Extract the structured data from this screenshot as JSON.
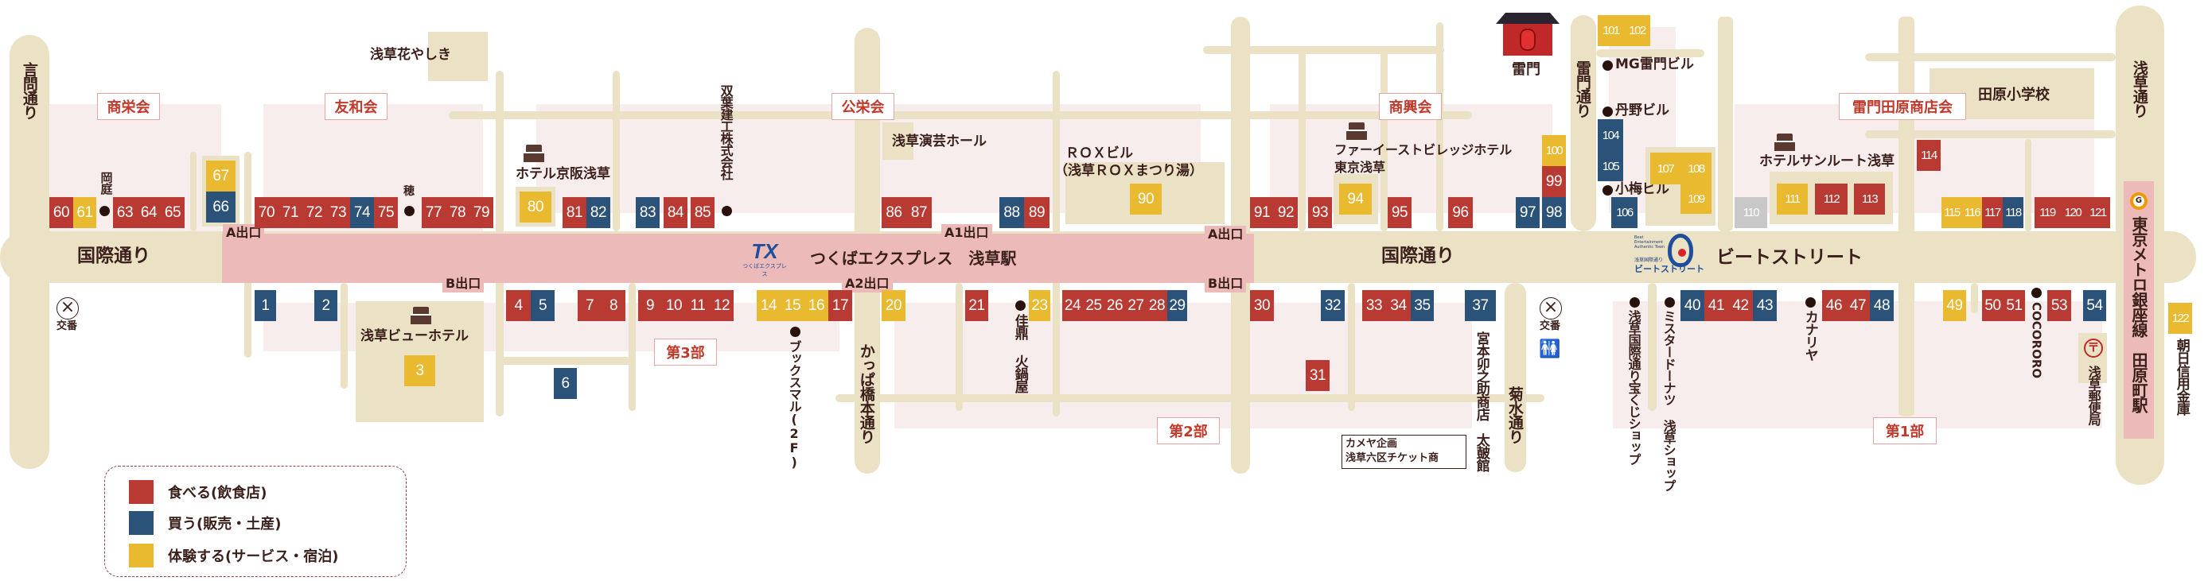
{
  "colors": {
    "eat": "#b83a32",
    "buy": "#2b5279",
    "experience": "#e9b930",
    "none": "#c8c8c8",
    "road": "#ebe1c5",
    "station": "#ecbab8"
  },
  "streets": {
    "kototoi": "言問通り",
    "kokusai_left": "国際通り",
    "kokusai_right": "国際通り",
    "kappabashi": "かっぱ橋本通り",
    "kaminarimon": "雷門通り",
    "kikusui": "菊水通り",
    "asakusa": "浅草通り",
    "beat_street": "ビートストリート"
  },
  "associations": [
    "商栄会",
    "友和会",
    "公栄会",
    "商興会",
    "雷門田原商店会"
  ],
  "sections": [
    "第3部",
    "第2部",
    "第1部"
  ],
  "station": {
    "name": "つくばエクスプレス　浅草駅",
    "logo": "TX",
    "logo_sub": "つくばエクスプレス",
    "exit_a_left": "A出口",
    "exit_b_left": "B出口",
    "exit_a1": "A1出口",
    "exit_a2": "A2出口",
    "exit_a_right": "A出口",
    "exit_b_right": "B出口"
  },
  "beat_logo": {
    "en": "Beat Entertainment Authentic Town",
    "jp": "浅草国際通り",
    "name": "ビートストリート"
  },
  "landmarks": {
    "hanayashiki": "浅草花やしき",
    "hotel_keihan": "ホテル京阪浅草",
    "futaba": "双葉建工株式会社",
    "okaniwa": "岡庭",
    "ho": "穂",
    "view_hotel": "浅草ビューホテル",
    "koban_left": "交番",
    "engei": "浅草演芸ホール",
    "rox": "ＲＯＸビル",
    "rox_sub": "（浅草ＲＯＸまつり湯）",
    "fareast": "ファーイーストビレッジホテル",
    "fareast_sub": "東京浅草",
    "booksmaru": "ブックスマル(2F)",
    "katei": "佳鼎 火鍋屋",
    "kameya": "カメヤ企画",
    "kameya_sub": "浅草六区チケット商",
    "kaminarimon": "雷門",
    "mg": "MG雷門ビル",
    "tanno": "丹野ビル",
    "koume": "小梅ビル",
    "miyamoto": "宮本卯之助商店　太皷館",
    "koban_right": "交番",
    "takarakuji": "浅草国際通り宝くじショップ",
    "misdo": "ミスタードーナツ 浅草ショップ",
    "kanariya": "カナリヤ",
    "cocororo": "COCORORO",
    "post": "浅草郵便局",
    "tawaramachi": "東京メトロ銀座線　田原町駅",
    "ginza_icon": "G",
    "asahi": "朝日信用金庫",
    "tawara_school": "田原小学校",
    "sunroute": "ホテルサンルート浅草"
  },
  "shops": [
    {
      "no": "60",
      "cat": "eat"
    },
    {
      "no": "61",
      "cat": "experience"
    },
    {
      "no": "63",
      "cat": "eat"
    },
    {
      "no": "64",
      "cat": "eat"
    },
    {
      "no": "65",
      "cat": "eat"
    },
    {
      "no": "66",
      "cat": "buy"
    },
    {
      "no": "67",
      "cat": "experience"
    },
    {
      "no": "70",
      "cat": "eat"
    },
    {
      "no": "71",
      "cat": "eat"
    },
    {
      "no": "72",
      "cat": "eat"
    },
    {
      "no": "73",
      "cat": "eat"
    },
    {
      "no": "74",
      "cat": "buy"
    },
    {
      "no": "75",
      "cat": "eat"
    },
    {
      "no": "77",
      "cat": "eat"
    },
    {
      "no": "78",
      "cat": "eat"
    },
    {
      "no": "79",
      "cat": "eat"
    },
    {
      "no": "80",
      "cat": "experience"
    },
    {
      "no": "81",
      "cat": "eat"
    },
    {
      "no": "82",
      "cat": "buy"
    },
    {
      "no": "83",
      "cat": "buy"
    },
    {
      "no": "84",
      "cat": "eat"
    },
    {
      "no": "85",
      "cat": "eat"
    },
    {
      "no": "86",
      "cat": "eat"
    },
    {
      "no": "87",
      "cat": "eat"
    },
    {
      "no": "88",
      "cat": "buy"
    },
    {
      "no": "89",
      "cat": "eat"
    },
    {
      "no": "90",
      "cat": "experience"
    },
    {
      "no": "91",
      "cat": "eat"
    },
    {
      "no": "92",
      "cat": "eat"
    },
    {
      "no": "93",
      "cat": "eat"
    },
    {
      "no": "94",
      "cat": "experience"
    },
    {
      "no": "95",
      "cat": "eat"
    },
    {
      "no": "96",
      "cat": "eat"
    },
    {
      "no": "97",
      "cat": "buy"
    },
    {
      "no": "98",
      "cat": "buy"
    },
    {
      "no": "99",
      "cat": "eat"
    },
    {
      "no": "100",
      "cat": "experience"
    },
    {
      "no": "101",
      "cat": "experience"
    },
    {
      "no": "102",
      "cat": "experience"
    },
    {
      "no": "104",
      "cat": "buy"
    },
    {
      "no": "105",
      "cat": "buy"
    },
    {
      "no": "106",
      "cat": "buy"
    },
    {
      "no": "107",
      "cat": "experience"
    },
    {
      "no": "108",
      "cat": "experience"
    },
    {
      "no": "109",
      "cat": "experience"
    },
    {
      "no": "110",
      "cat": "none"
    },
    {
      "no": "111",
      "cat": "experience"
    },
    {
      "no": "112",
      "cat": "eat"
    },
    {
      "no": "113",
      "cat": "eat"
    },
    {
      "no": "114",
      "cat": "eat"
    },
    {
      "no": "115",
      "cat": "experience"
    },
    {
      "no": "116",
      "cat": "experience"
    },
    {
      "no": "117",
      "cat": "eat"
    },
    {
      "no": "118",
      "cat": "buy"
    },
    {
      "no": "119",
      "cat": "eat"
    },
    {
      "no": "120",
      "cat": "eat"
    },
    {
      "no": "121",
      "cat": "eat"
    },
    {
      "no": "122",
      "cat": "experience"
    },
    {
      "no": "1",
      "cat": "buy"
    },
    {
      "no": "2",
      "cat": "buy"
    },
    {
      "no": "3",
      "cat": "experience"
    },
    {
      "no": "4",
      "cat": "eat"
    },
    {
      "no": "5",
      "cat": "buy"
    },
    {
      "no": "6",
      "cat": "buy"
    },
    {
      "no": "7",
      "cat": "eat"
    },
    {
      "no": "8",
      "cat": "eat"
    },
    {
      "no": "9",
      "cat": "eat"
    },
    {
      "no": "10",
      "cat": "eat"
    },
    {
      "no": "11",
      "cat": "eat"
    },
    {
      "no": "12",
      "cat": "eat"
    },
    {
      "no": "14",
      "cat": "experience"
    },
    {
      "no": "15",
      "cat": "experience"
    },
    {
      "no": "16",
      "cat": "experience"
    },
    {
      "no": "17",
      "cat": "eat"
    },
    {
      "no": "20",
      "cat": "experience"
    },
    {
      "no": "21",
      "cat": "eat"
    },
    {
      "no": "23",
      "cat": "experience"
    },
    {
      "no": "24",
      "cat": "eat"
    },
    {
      "no": "25",
      "cat": "eat"
    },
    {
      "no": "26",
      "cat": "eat"
    },
    {
      "no": "27",
      "cat": "eat"
    },
    {
      "no": "28",
      "cat": "eat"
    },
    {
      "no": "29",
      "cat": "buy"
    },
    {
      "no": "30",
      "cat": "eat"
    },
    {
      "no": "31",
      "cat": "eat"
    },
    {
      "no": "32",
      "cat": "buy"
    },
    {
      "no": "33",
      "cat": "eat"
    },
    {
      "no": "34",
      "cat": "eat"
    },
    {
      "no": "35",
      "cat": "buy"
    },
    {
      "no": "37",
      "cat": "buy"
    },
    {
      "no": "40",
      "cat": "buy"
    },
    {
      "no": "41",
      "cat": "eat"
    },
    {
      "no": "42",
      "cat": "eat"
    },
    {
      "no": "43",
      "cat": "buy"
    },
    {
      "no": "46",
      "cat": "eat"
    },
    {
      "no": "47",
      "cat": "eat"
    },
    {
      "no": "48",
      "cat": "buy"
    },
    {
      "no": "49",
      "cat": "experience"
    },
    {
      "no": "50",
      "cat": "eat"
    },
    {
      "no": "51",
      "cat": "eat"
    },
    {
      "no": "53",
      "cat": "eat"
    },
    {
      "no": "54",
      "cat": "buy"
    }
  ],
  "legend": [
    {
      "cat": "eat",
      "label": "食べる(飲食店)"
    },
    {
      "cat": "buy",
      "label": "買う(販売・土産)"
    },
    {
      "cat": "experience",
      "label": "体験する(サービス・宿泊)"
    }
  ]
}
